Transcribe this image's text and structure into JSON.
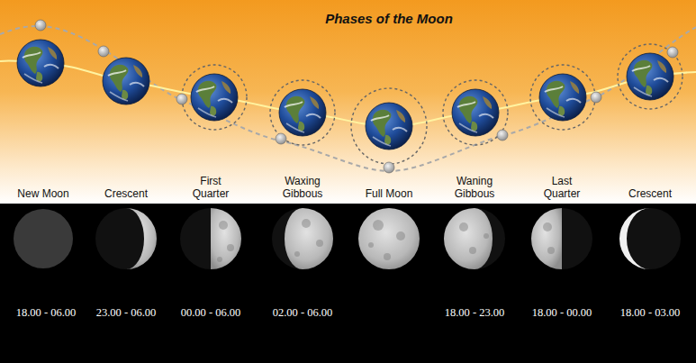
{
  "diagram": {
    "title": "Phases of the Moon",
    "labels": [
      "New Moon",
      "Crescent",
      "First Quarter",
      "Waxing Gibbous",
      "Full Moon",
      "Waning Gibbous",
      "Last Quarter",
      "Crescent",
      "18.00 - 06.00",
      "23.00 - 06.00",
      "00.00 - 06.00",
      "02.00 - 06.00",
      "18.00 - 23.00",
      "18.00 - 00.00",
      "18.00 - 03.00"
    ]
  }
}
